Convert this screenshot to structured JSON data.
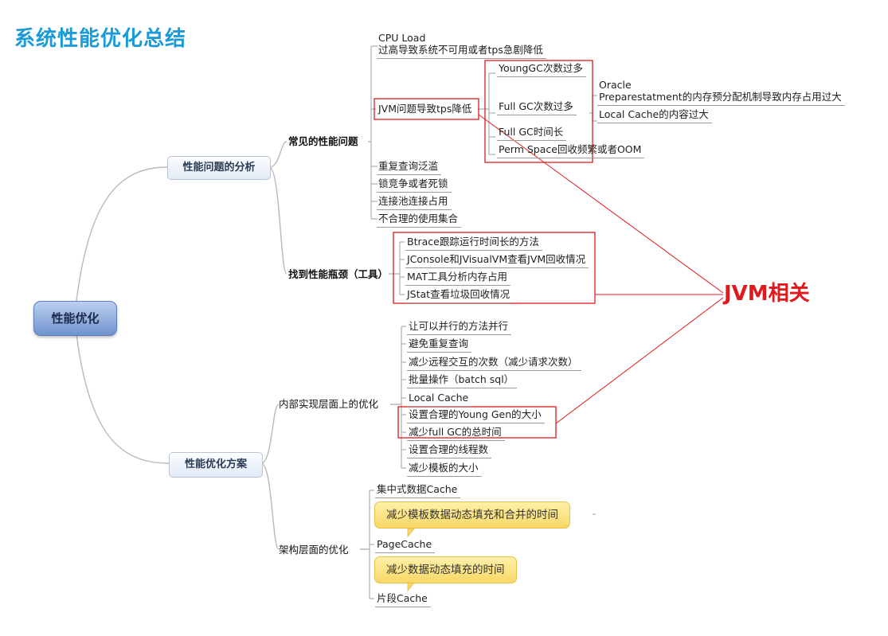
{
  "title": "系统性能优化总结",
  "root": "性能优化",
  "callout": "JVM相关",
  "analysis": {
    "label": "性能问题的分析",
    "common": {
      "label": "常见的性能问题",
      "cpu_title": "CPU Load",
      "cpu_desc": "过高导致系统不可用或者tps急剧降低",
      "jvm_issue": "JVM问题导致tps降低",
      "young_gc": "YoungGC次数过多",
      "full_gc_count": "Full GC次数过多",
      "oracle_line1": "Oracle",
      "oracle_line2": "Preparestatment的内存预分配机制导致内存占用过大",
      "local_cache_issue": "Local Cache的内容过大",
      "full_gc_time": "Full GC时间长",
      "perm_space": "Perm Space回收频繁或者OOM",
      "repeat_query": "重复查询泛滥",
      "lock": "锁竞争或者死锁",
      "pool": "连接池连接占用",
      "collections": "不合理的使用集合"
    },
    "bottleneck": {
      "label": "找到性能瓶颈（工具）",
      "tools": [
        "Btrace跟踪运行时间长的方法",
        "JConsole和JVisualVM查看JVM回收情况",
        "MAT工具分析内存占用",
        "JStat查看垃圾回收情况"
      ]
    }
  },
  "solution": {
    "label": "性能优化方案",
    "internal": {
      "label": "内部实现层面上的优化",
      "items": [
        "让可以并行的方法并行",
        "避免重复查询",
        "减少远程交互的次数（减少请求次数）",
        "批量操作（batch sql）",
        "Local Cache",
        "设置合理的Young Gen的大小",
        "减少full GC的总时间",
        "设置合理的线程数",
        "减少模板的大小"
      ]
    },
    "architecture": {
      "label": "架构层面的优化",
      "central_cache": "集中式数据Cache",
      "note1": "减少模板数据动态填充和合并的时间",
      "page_cache": "PageCache",
      "note2": "减少数据动态填充的时间",
      "fragment_cache": "片段Cache"
    }
  },
  "colors": {
    "title": "#1a9ad6",
    "highlight": "#e0191c",
    "connector": "#b5b5b5",
    "note": "#f7d766"
  }
}
